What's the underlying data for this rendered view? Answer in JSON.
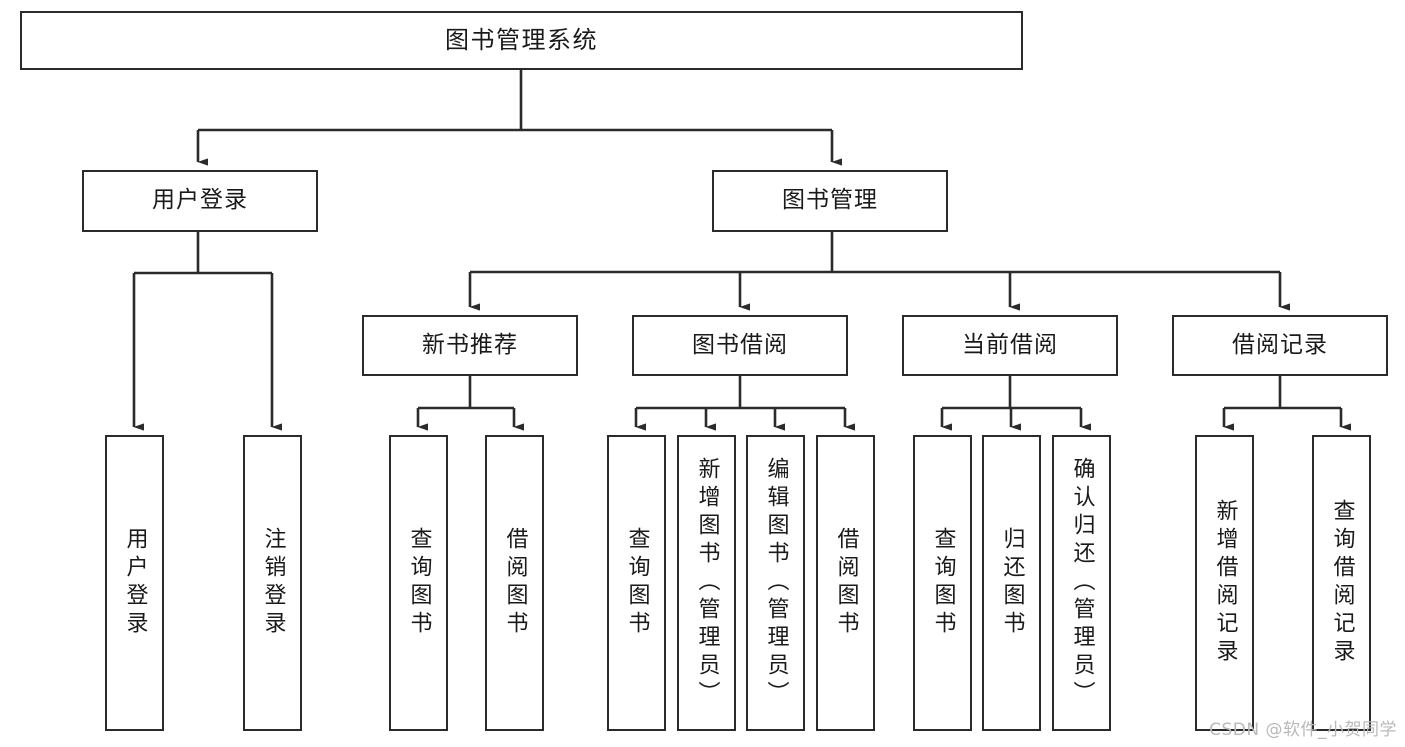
{
  "diagram": {
    "title": "图书管理系统",
    "type": "tree-hierarchy-chart",
    "orientation": "top-down",
    "stroke_color": "#2b2b2b",
    "fill_color": "#ffffff",
    "text_color": "#1a1a1a"
  },
  "nodes": {
    "root": {
      "label": "图书管理系统"
    },
    "level2": [
      {
        "id": "user-login",
        "label": "用户登录"
      },
      {
        "id": "book-manage",
        "label": "图书管理"
      }
    ],
    "level3": [
      {
        "id": "new-book-recommend",
        "label": "新书推荐"
      },
      {
        "id": "book-borrow",
        "label": "图书借阅"
      },
      {
        "id": "current-borrow",
        "label": "当前借阅"
      },
      {
        "id": "borrow-record",
        "label": "借阅记录"
      }
    ],
    "leaves": [
      {
        "id": "leaf-user-login",
        "label": "用户登录",
        "parent": "user-login"
      },
      {
        "id": "leaf-user-logout",
        "label": "注销登录",
        "parent": "user-login"
      },
      {
        "id": "leaf-query-book-1",
        "label": "查询图书",
        "parent": "new-book-recommend"
      },
      {
        "id": "leaf-borrow-book-1",
        "label": "借阅图书",
        "parent": "new-book-recommend"
      },
      {
        "id": "leaf-query-book-2",
        "label": "查询图书",
        "parent": "book-borrow"
      },
      {
        "id": "leaf-add-book",
        "label": "新增图书（管理员）",
        "parent": "book-borrow"
      },
      {
        "id": "leaf-edit-book",
        "label": "编辑图书（管理员）",
        "parent": "book-borrow"
      },
      {
        "id": "leaf-borrow-book-2",
        "label": "借阅图书",
        "parent": "book-borrow"
      },
      {
        "id": "leaf-query-book-3",
        "label": "查询图书",
        "parent": "current-borrow"
      },
      {
        "id": "leaf-return-book",
        "label": "归还图书",
        "parent": "current-borrow"
      },
      {
        "id": "leaf-confirm-return",
        "label": "确认归还（管理员）",
        "parent": "current-borrow"
      },
      {
        "id": "leaf-add-record",
        "label": "新增借阅记录",
        "parent": "borrow-record"
      },
      {
        "id": "leaf-query-record",
        "label": "查询借阅记录",
        "parent": "borrow-record"
      }
    ]
  },
  "watermark": {
    "text": "CSDN @软件_小贺同学"
  }
}
